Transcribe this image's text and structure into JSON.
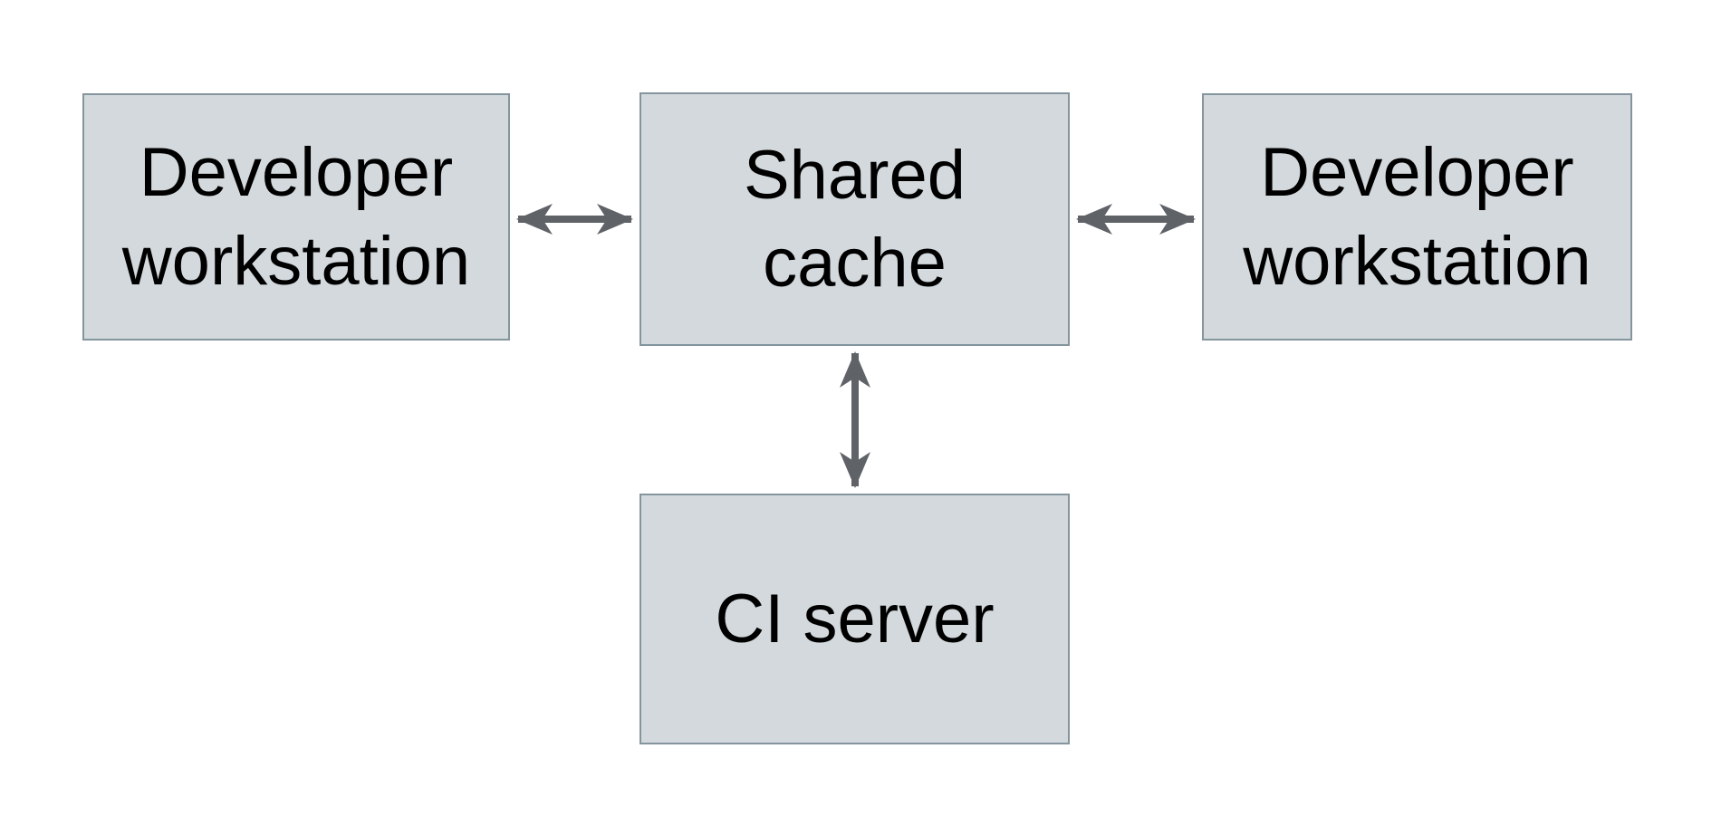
{
  "diagram": {
    "type": "architecture-diagram",
    "background_color": "#ffffff",
    "colors": {
      "box_fill": "#d3d9dc",
      "box_border": "#84959e",
      "arrow": "#5f6368",
      "text": "#000000"
    },
    "nodes": [
      {
        "id": "developer-workstation-left",
        "label": "Developer\nworkstation"
      },
      {
        "id": "shared-cache",
        "label": "Shared\ncache"
      },
      {
        "id": "developer-workstation-right",
        "label": "Developer\nworkstation"
      },
      {
        "id": "ci-server",
        "label": "CI server"
      }
    ],
    "edges": [
      {
        "from": "developer-workstation-left",
        "to": "shared-cache",
        "direction": "bidirectional"
      },
      {
        "from": "shared-cache",
        "to": "developer-workstation-right",
        "direction": "bidirectional"
      },
      {
        "from": "shared-cache",
        "to": "ci-server",
        "direction": "bidirectional"
      }
    ]
  }
}
